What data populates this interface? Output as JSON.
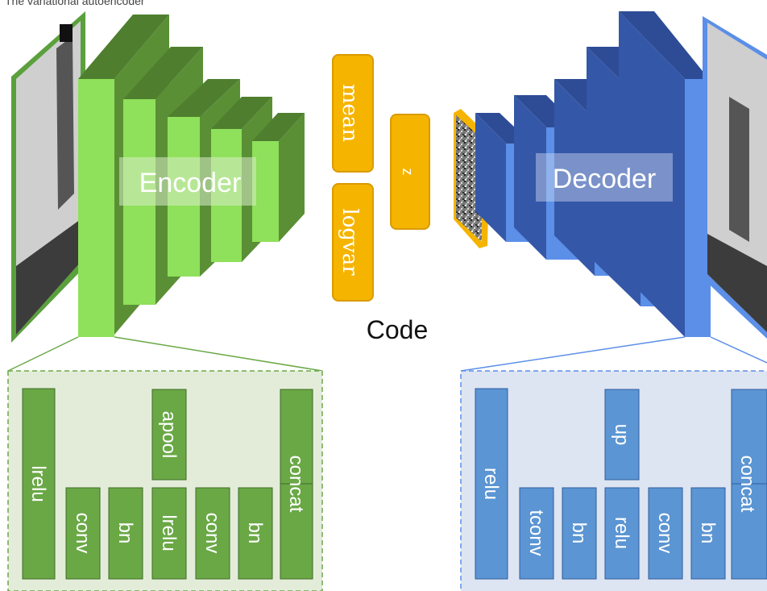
{
  "header": {
    "cut_text": "The variational autoencoder"
  },
  "encoder": {
    "label": "Encoder",
    "blocks": [
      "lrelu",
      "conv",
      "bn",
      "apool",
      "lrelu",
      "conv",
      "bn",
      "concat"
    ]
  },
  "code": {
    "label": "Code",
    "mean": "mean",
    "logvar": "logvar",
    "z": "z"
  },
  "decoder": {
    "label": "Decoder",
    "blocks": [
      "relu",
      "tconv",
      "bn",
      "up",
      "relu",
      "conv",
      "bn",
      "concat"
    ]
  },
  "colors": {
    "encoder_front": "#8fe05a",
    "encoder_side": "#5a8f36",
    "encoder_top": "#4f7f2e",
    "decoder_front": "#5b8fe8",
    "decoder_side": "#3557a8",
    "decoder_top": "#2e4c96",
    "code_orange": "#f5b400",
    "enc_panel_bg": "#e3ecd9",
    "dec_panel_bg": "#dde4f2",
    "enc_block": "#6aa846",
    "dec_block": "#5b95d3"
  },
  "icons": [
    "input-photo",
    "output-photo",
    "noise-latent-image"
  ]
}
